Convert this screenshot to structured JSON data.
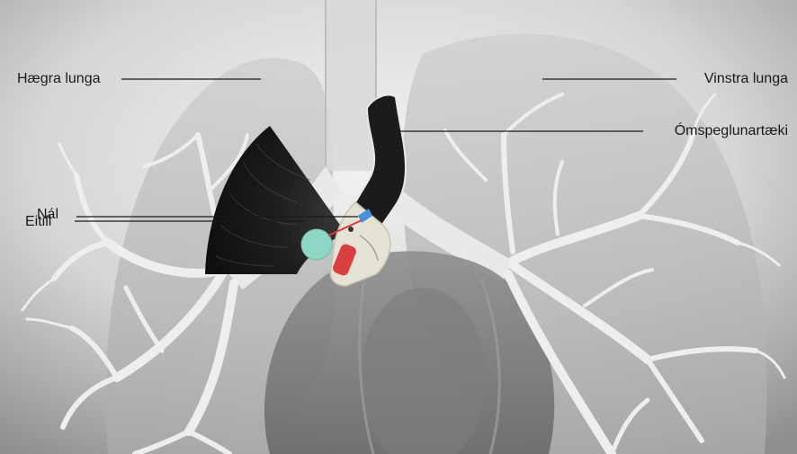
{
  "labels": {
    "right_lung": "Hægra lunga",
    "left_lung": "Vinstra lunga",
    "scope": "Ómspeglunartæki",
    "needle": "Nál",
    "lymph_node": "Eitill"
  },
  "colors": {
    "background_light": "#f2f2f2",
    "background_dark": "#9a9a9a",
    "lung": "#c4c4c4",
    "airway": "#ececec",
    "scope_body": "#1b1b1b",
    "scope_tip": "#e6e2d6",
    "transducer": "#d8403f",
    "lymph_node": "#8fd6c6",
    "needle_sheath": "#4a90d9",
    "leader_line": "#1a1a1a"
  }
}
